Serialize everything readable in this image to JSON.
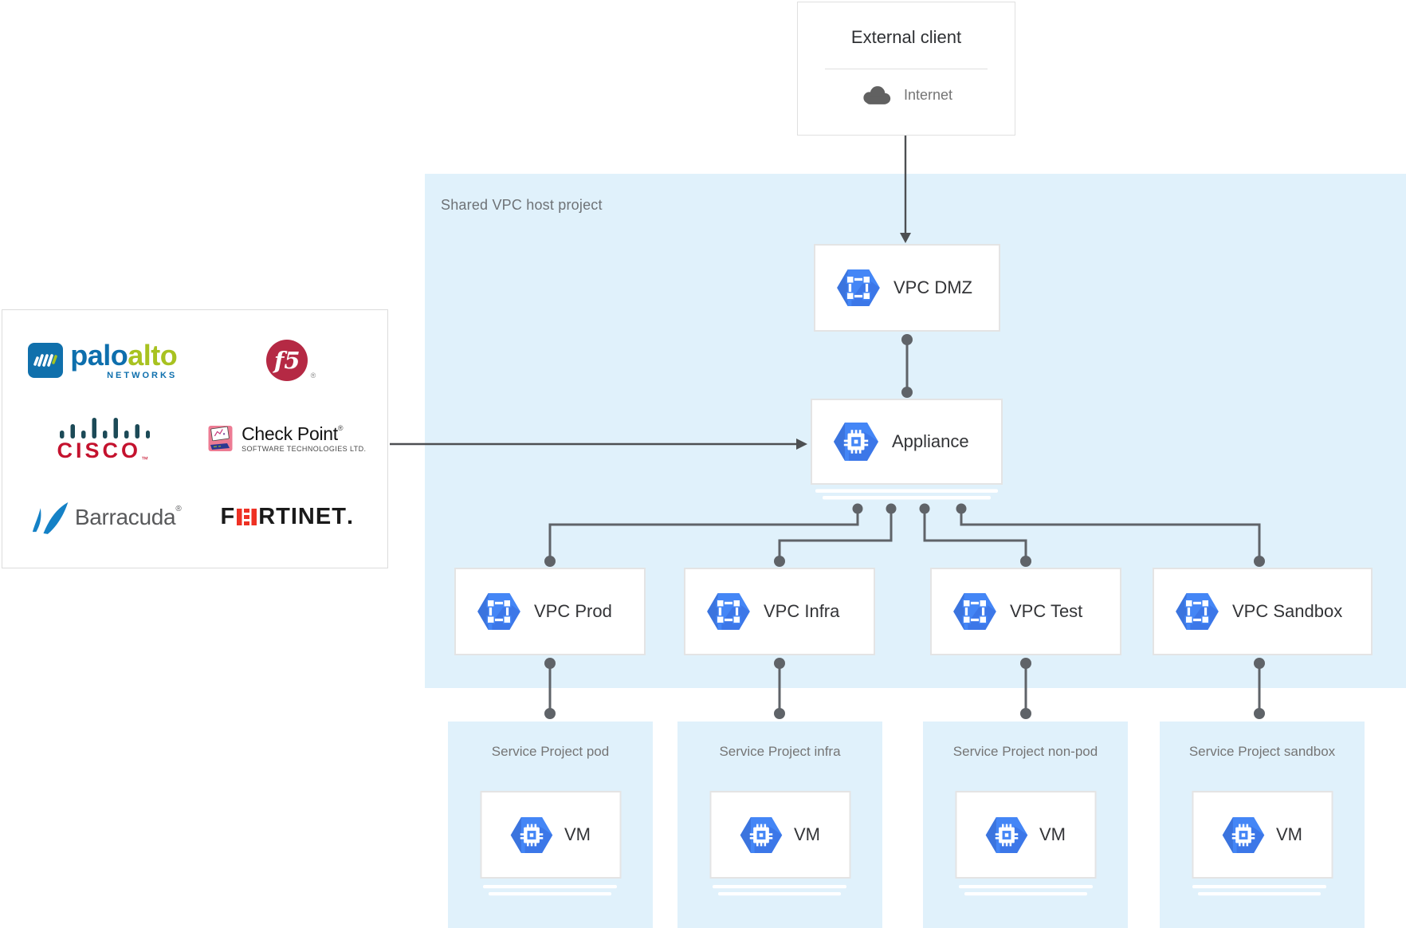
{
  "colors": {
    "region_blue": "#E0F1FB",
    "node_border": "#E4E4E4",
    "connector_gray": "#5F6368",
    "gcp_blue": "#4285F4",
    "gcp_blue_dark": "#3367D6",
    "label_gray": "#757575",
    "node_text": "#333437",
    "palo_alto_blue": "#0E6FAD",
    "palo_alto_green": "#A8C220",
    "f5_red": "#B52944",
    "cisco_red": "#C4122E",
    "cisco_slate": "#1C4A57",
    "check_point_pink": "#ED7B93",
    "barracuda_blue": "#1481C6",
    "fortinet_red": "#EE3124"
  },
  "external_client": {
    "title": "External client",
    "internet_label": "Internet"
  },
  "host_project": {
    "label": "Shared VPC host project",
    "dmz": {
      "label": "VPC DMZ"
    },
    "appliance": {
      "label": "Appliance"
    },
    "vpcs": [
      {
        "label": "VPC Prod"
      },
      {
        "label": "VPC Infra"
      },
      {
        "label": "VPC Test"
      },
      {
        "label": "VPC Sandbox"
      }
    ]
  },
  "service_projects": [
    {
      "label": "Service Project pod",
      "vm_label": "VM"
    },
    {
      "label": "Service Project infra",
      "vm_label": "VM"
    },
    {
      "label": "Service Project non-pod",
      "vm_label": "VM"
    },
    {
      "label": "Service Project sandbox",
      "vm_label": "VM"
    }
  ],
  "vendors": {
    "palo_alto": {
      "word_primary": "palo",
      "word_secondary": "alto",
      "subtext": "NETWORKS"
    },
    "f5": {
      "text": "f5",
      "reg": "®"
    },
    "cisco": {
      "text": "CISCO",
      "tm": "™"
    },
    "check_point": {
      "title": "Check Point",
      "reg": "®",
      "subtext": "SOFTWARE TECHNOLOGIES LTD."
    },
    "barracuda": {
      "text": "Barracuda",
      "reg": "®"
    },
    "fortinet": {
      "prefix": "F",
      "suffix": "RTINET",
      "period": "."
    }
  }
}
